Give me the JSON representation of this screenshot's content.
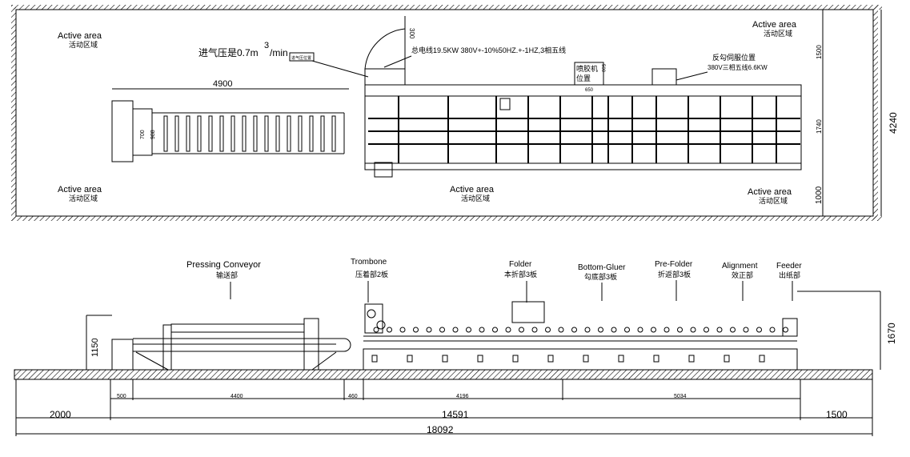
{
  "plan": {
    "active_area_en": "Active area",
    "active_area_cn": "活动区域",
    "air_pressure": "进气压是0.7m",
    "air_unit_sup": "3",
    "air_unit": "/min",
    "air_box": "进气压位置",
    "power_spec": "总电线19.5KW 380V+-10%50HZ.+-1HZ,3相五线",
    "glue_label_1": "喷胶机",
    "glue_label_2": "位置",
    "servo_label": "反勾伺服位置",
    "servo_spec": "380V三相五线6.6KW",
    "dim_4900": "4900",
    "dim_700": "700",
    "dim_988": "988",
    "dim_300": "300",
    "dim_500_small": "500",
    "dim_650": "650",
    "dim_1500": "1500",
    "dim_1740": "1740",
    "dim_1000": "1000",
    "dim_4240": "4240"
  },
  "elevation": {
    "sections": [
      {
        "en": "Pressing Conveyor",
        "cn": "输送部"
      },
      {
        "en": "Trombone",
        "cn": "压着部2板"
      },
      {
        "en": "Folder",
        "cn": "本折部3板"
      },
      {
        "en": "Bottom-Gluer",
        "cn": "勾底部3板"
      },
      {
        "en": "Pre-Folder",
        "cn": "折返部3板"
      },
      {
        "en": "Alignment",
        "cn": "效正部"
      },
      {
        "en": "Feeder",
        "cn": "出纸部"
      }
    ],
    "dim_1150": "1150",
    "dim_1670": "1670",
    "dim_500": "500",
    "dim_4400": "4400",
    "dim_460": "460",
    "dim_4196": "4196",
    "dim_5034": "5034",
    "dim_2000": "2000",
    "dim_14591": "14591",
    "dim_1500": "1500",
    "dim_18092": "18092"
  }
}
